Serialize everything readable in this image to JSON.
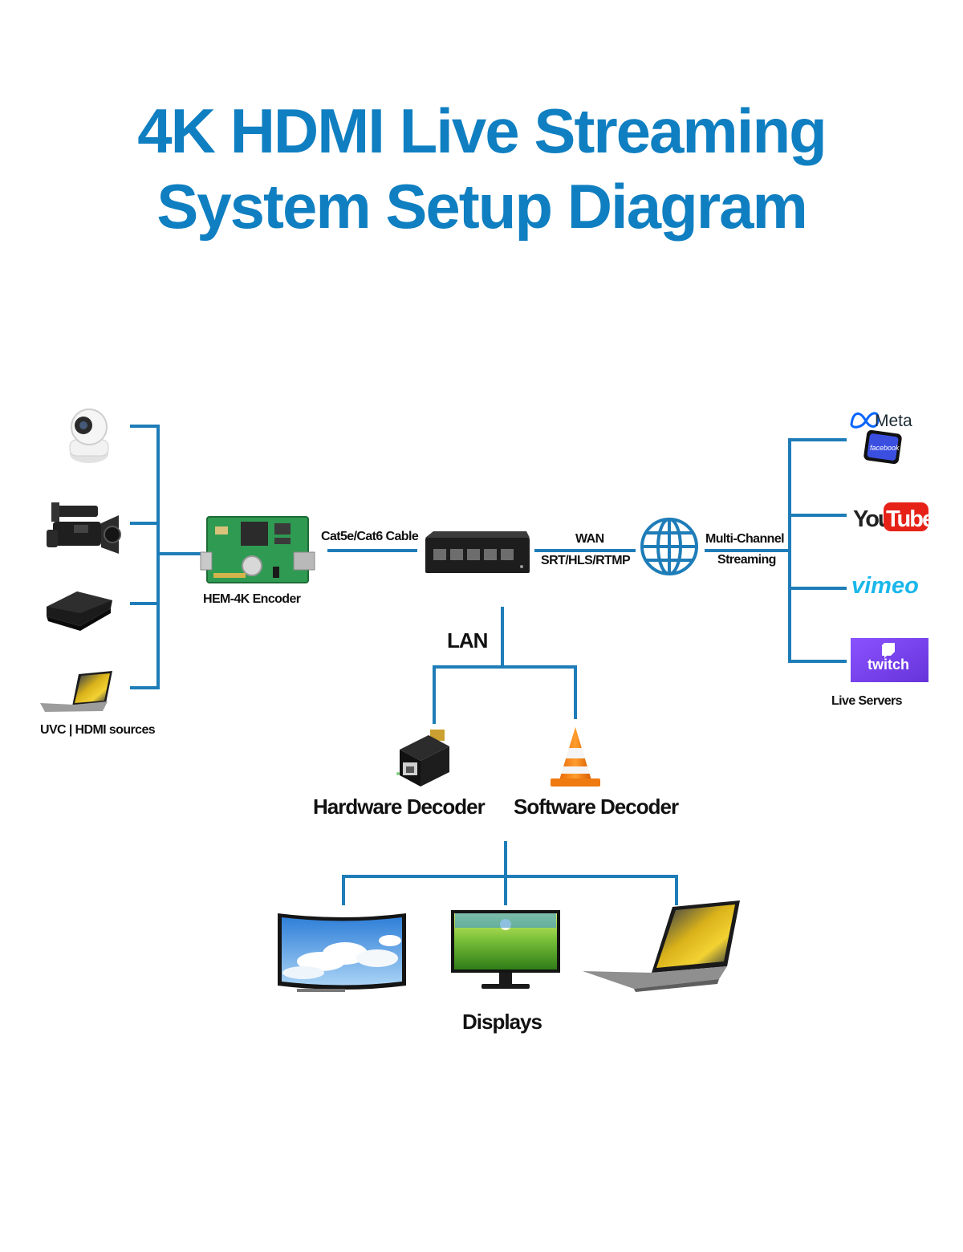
{
  "title": {
    "line1": "4K HDMI Live Streaming",
    "line2": "System Setup Diagram"
  },
  "colors": {
    "title": "#0f7fc1",
    "connector": "#1e7db8"
  },
  "sources": {
    "label": "UVC | HDMI sources",
    "icons": [
      "ptz-camera-icon",
      "camcorder-icon",
      "streaming-box-icon",
      "laptop-icon"
    ]
  },
  "encoder": {
    "label": "HEM-4K Encoder",
    "icon": "encoder-board-icon"
  },
  "links": {
    "cable": "Cat5e/Cat6 Cable",
    "wan": "WAN",
    "protocols": "SRT/HLS/RTMP",
    "multi_channel_line1": "Multi-Channel",
    "multi_channel_line2": "Streaming",
    "lan": "LAN"
  },
  "switch": {
    "icon": "network-switch-icon"
  },
  "internet": {
    "icon": "globe-icon"
  },
  "servers": {
    "label": "Live Servers",
    "meta": "Meta",
    "facebook": "facebook",
    "youtube_you": "You",
    "youtube_tube": "Tube",
    "vimeo": "vimeo",
    "twitch": "twitch"
  },
  "decoders": {
    "hardware": "Hardware Decoder",
    "software": "Software Decoder"
  },
  "displays": {
    "label": "Displays",
    "icons": [
      "curved-tv-icon",
      "monitor-icon",
      "laptop-icon"
    ]
  }
}
